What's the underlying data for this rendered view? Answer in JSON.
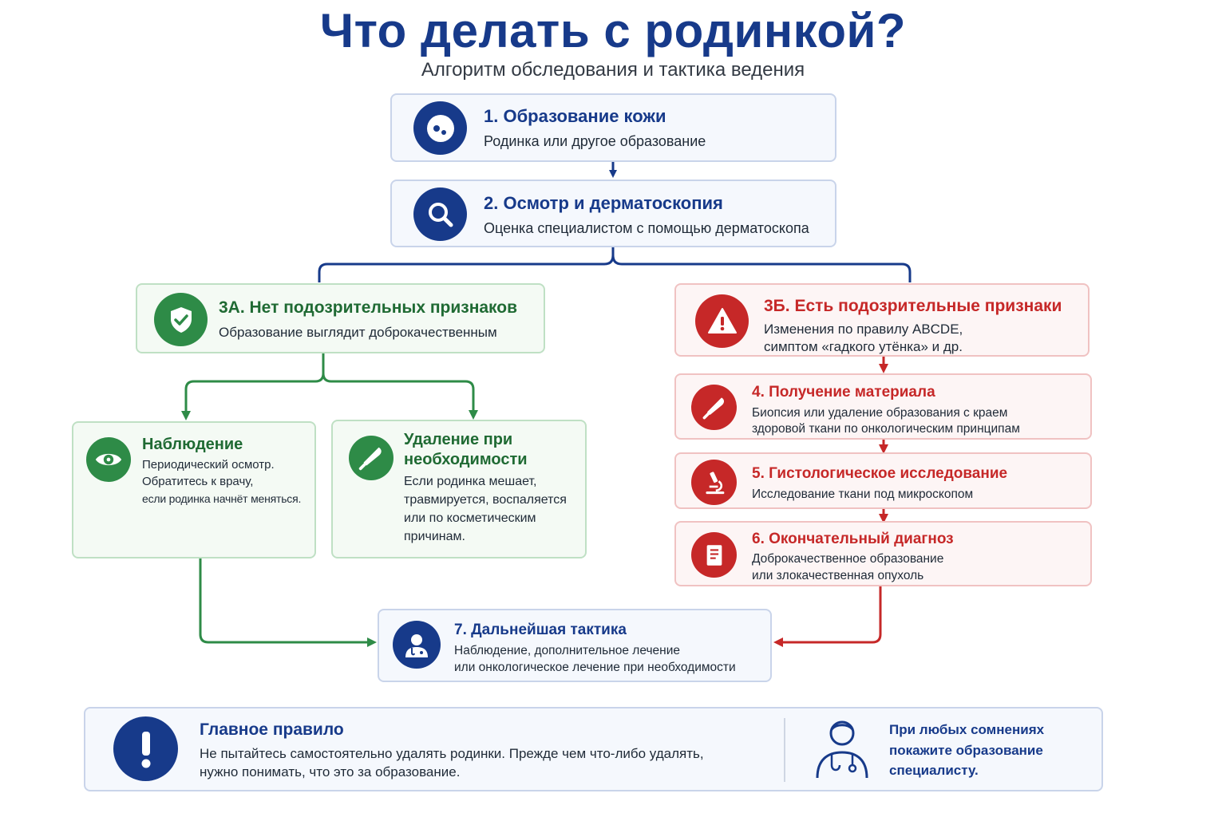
{
  "header": {
    "title": "Что делать с родинкой?",
    "subtitle": "Алгоритм обследования и тактика ведения"
  },
  "colors": {
    "primary": "#173a8a",
    "benign": "#2e8b47",
    "suspicious": "#c62828"
  },
  "steps": {
    "skin": {
      "title": "1. Образование кожи",
      "text": "Родинка или другое образование"
    },
    "exam": {
      "title": "2. Осмотр и дерматоскопия",
      "text": "Оценка специалистом с помощью дерматоскопа"
    },
    "benign": {
      "title": "3А. Нет подозрительных признаков",
      "text": "Образование выглядит доброкачественным"
    },
    "suspicious": {
      "title": "3Б. Есть подозрительные признаки",
      "text_line1": "Изменения по правилу ABCDE,",
      "text_line2": "симптом «гадкого утёнка» и др."
    },
    "observation": {
      "title": "Наблюдение",
      "text_line1": "Периодический осмотр.",
      "text_line2": "Обратитесь к врачу,",
      "text_line3": "если родинка начнёт меняться."
    },
    "removal": {
      "title_line1": "Удаление при",
      "title_line2": "необходимости",
      "text_line1": "Если родинка мешает,",
      "text_line2": "травмируется, воспаляется",
      "text_line3": "или по косметическим",
      "text_line4": "причинам."
    },
    "biopsy": {
      "title": "4. Получение материала",
      "text_line1": "Биопсия или удаление образования с краем",
      "text_line2": "здоровой ткани по онкологическим принципам"
    },
    "histology": {
      "title": "5. Гистологическое исследование",
      "text": "Исследование ткани под микроскопом"
    },
    "diagnosis": {
      "title": "6. Окончательный диагноз",
      "text_line1": "Доброкачественное образование",
      "text_line2": "или злокачественная опухоль"
    },
    "tactics": {
      "title": "7. Дальнейшая тактика",
      "text_line1": "Наблюдение, дополнительное лечение",
      "text_line2": "или онкологическое лечение при необходимости"
    }
  },
  "rule": {
    "title": "Главное правило",
    "text_line1": "Не пытайтесь самостоятельно удалять родинки. Прежде чем что-либо удалять,",
    "text_line2": "нужно понимать, что это за образование.",
    "note_line1": "При любых сомнениях",
    "note_line2": "покажите образование",
    "note_line3": "специалисту."
  },
  "icons": {
    "skin": "mole-icon",
    "exam": "magnifier-icon",
    "benign": "shield-check-icon",
    "suspicious": "warning-icon",
    "observation": "eye-icon",
    "removal": "scalpel-icon",
    "biopsy": "scalpel-icon",
    "histology": "microscope-icon",
    "diagnosis": "report-icon",
    "tactics": "doctor-icon",
    "rule": "exclamation-icon",
    "note": "doctor-outline-icon"
  }
}
